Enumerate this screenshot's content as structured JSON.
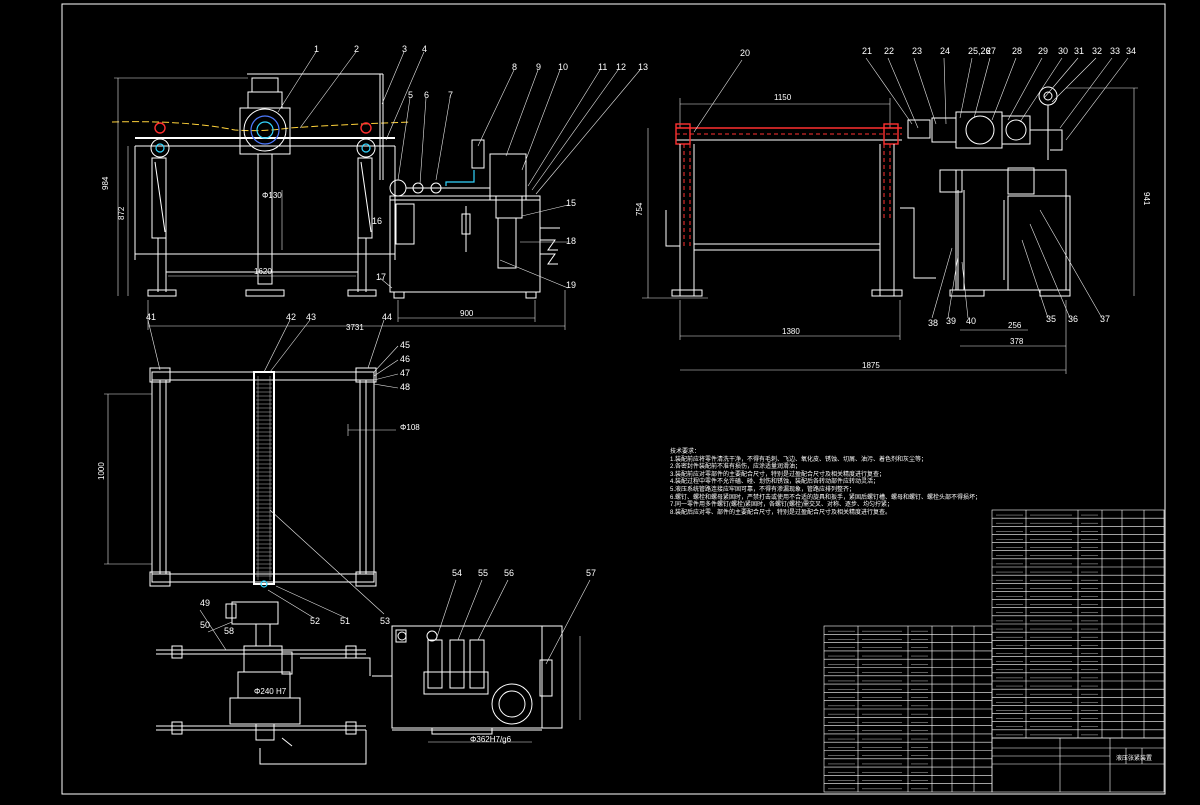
{
  "part_numbers": [
    "1",
    "2",
    "3",
    "4",
    "5",
    "6",
    "7",
    "8",
    "9",
    "10",
    "11",
    "12",
    "13",
    "15",
    "16",
    "17",
    "18",
    "19",
    "20",
    "21",
    "22",
    "23",
    "24",
    "25,26",
    "27",
    "28",
    "29",
    "30",
    "31",
    "32",
    "33",
    "34",
    "35",
    "36",
    "37",
    "38",
    "39",
    "40",
    "41",
    "42",
    "43",
    "44",
    "45",
    "46",
    "47",
    "48",
    "49",
    "50",
    "51",
    "52",
    "53",
    "54",
    "55",
    "56",
    "57",
    "58"
  ],
  "dimensions": {
    "front_height": "984",
    "front_inner_height": "872",
    "roller_dia": "Φ130",
    "base_span": "1620",
    "tank_width": "900",
    "overall_length_front": "3731",
    "side_top_length": "1150",
    "side_height_left": "754",
    "side_height_right": "941",
    "side_base_inner": "1380",
    "side_overall": "1875",
    "side_small_1": "256",
    "side_small_2": "378",
    "top_width": "1000",
    "top_dia": "Φ108",
    "fit_dia": "Φ362H7/g6",
    "bottom_dia": "Φ240 H7"
  },
  "notes": [
    "技术要求：",
    "1.装配前应将零件清洗干净，不得有毛刺、飞边、氧化皮、锈蚀、切屑、油污、着色剂和灰尘等；",
    "2.各密封件装配前不准有损伤，应涂适量润滑油；",
    "3.装配前应对零部件的主要配合尺寸，特别是过盈配合尺寸及相关精度进行复查；",
    "4.装配过程中零件不允许磕、碰、划伤和锈蚀，装配后各转动部件应转动灵活；",
    "5.液压系统管路连接应牢固可靠，不得有渗漏现象，管路应排列整齐；",
    "6.螺钉、螺栓和螺母紧固时，严禁打击或使用不合适的旋具和扳手，紧固后螺钉槽、螺母和螺钉、螺栓头部不得损坏；",
    "7.同一零件用多件螺钉(螺栓)紧固时，各螺钉(螺栓)需交叉、对称、逐步、均匀拧紧；",
    "8.装配后应对零、部件的主要配合尺寸，特别是过盈配合尺寸及相关精度进行复查。"
  ],
  "title_block": {
    "title": "液压张紧装置"
  }
}
